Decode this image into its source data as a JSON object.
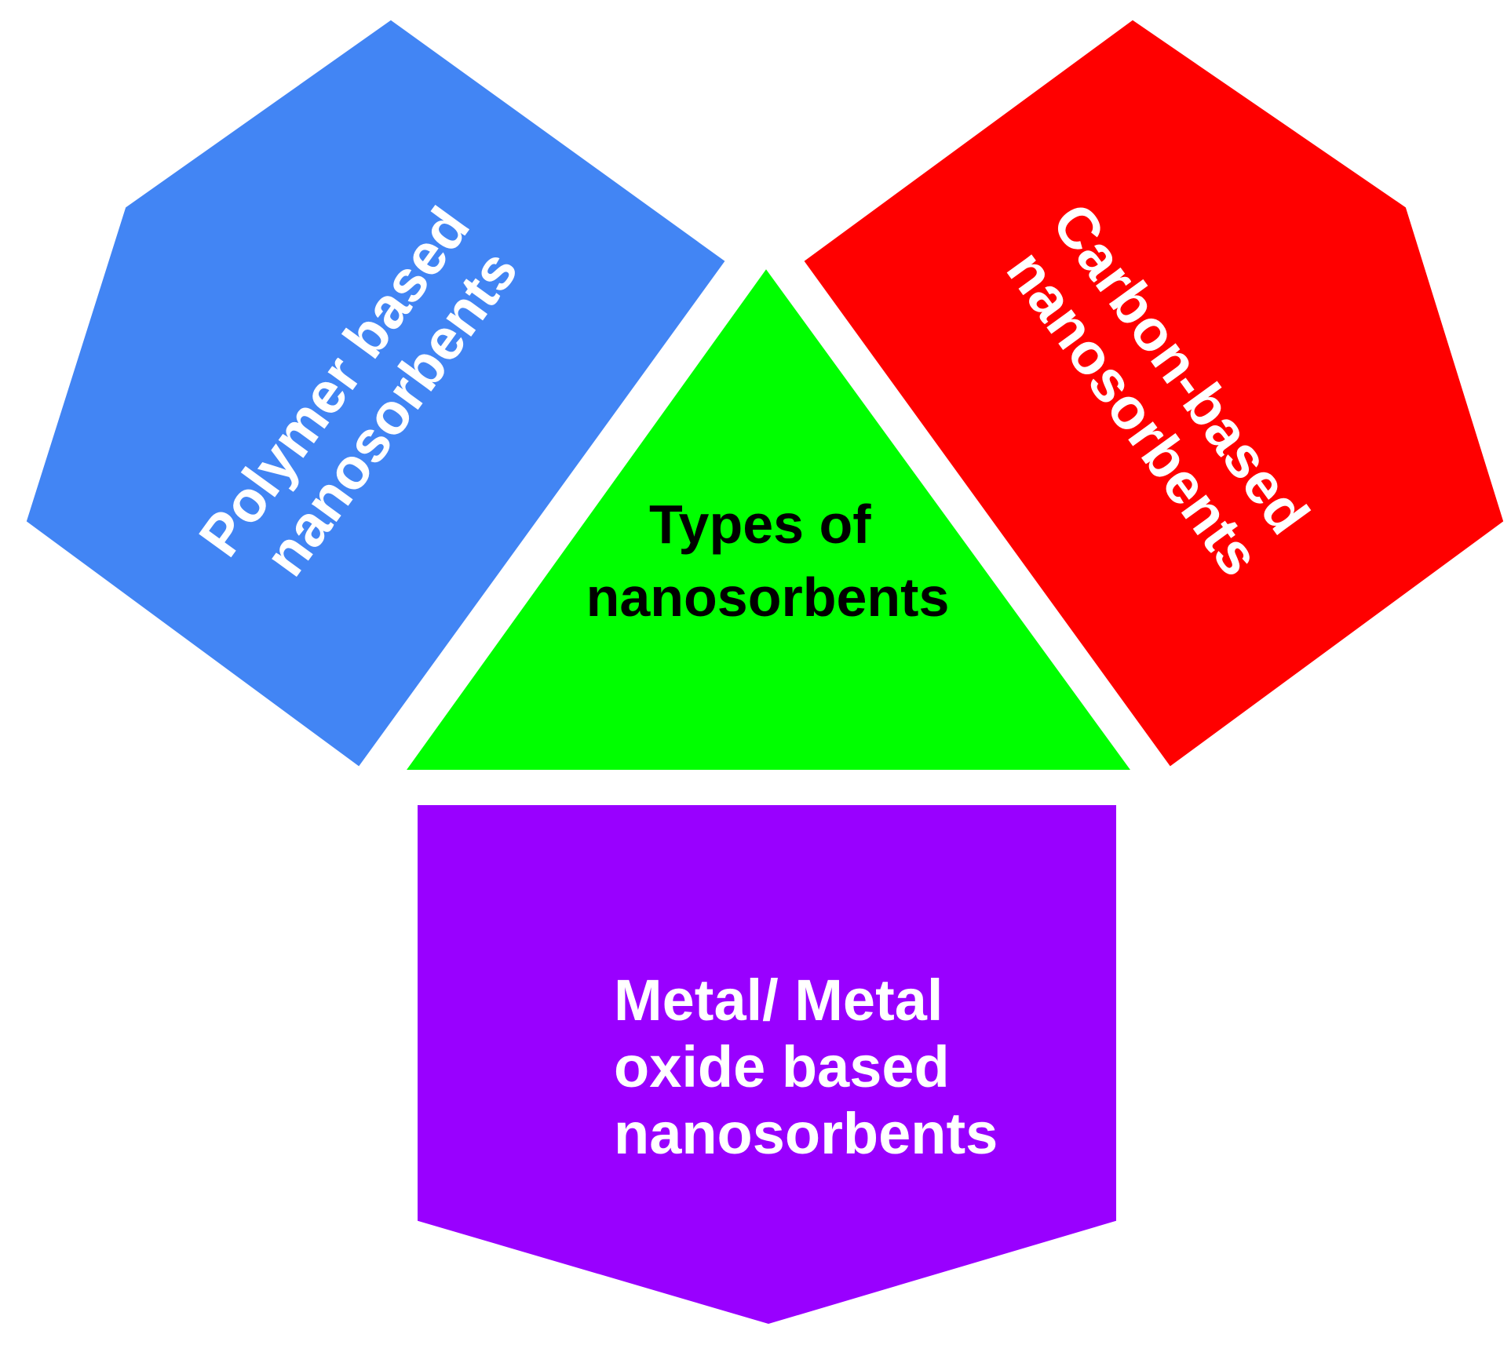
{
  "center": {
    "label_lines": [
      "Types of",
      "nanosorbents"
    ],
    "fill": "#00ff00",
    "text_color": "#000000"
  },
  "polymer": {
    "label_lines": [
      "Polymer based",
      "nanosorbents"
    ],
    "fill": "#4285f4",
    "text_color": "#ffffff"
  },
  "carbon": {
    "label_lines": [
      "Carbon-based",
      "nanosorbents"
    ],
    "fill": "#ff0000",
    "text_color": "#ffffff"
  },
  "metal": {
    "label_lines": [
      "Metal/ Metal",
      "oxide based",
      "nanosorbents"
    ],
    "fill": "#9900ff",
    "text_color": "#ffffff"
  }
}
